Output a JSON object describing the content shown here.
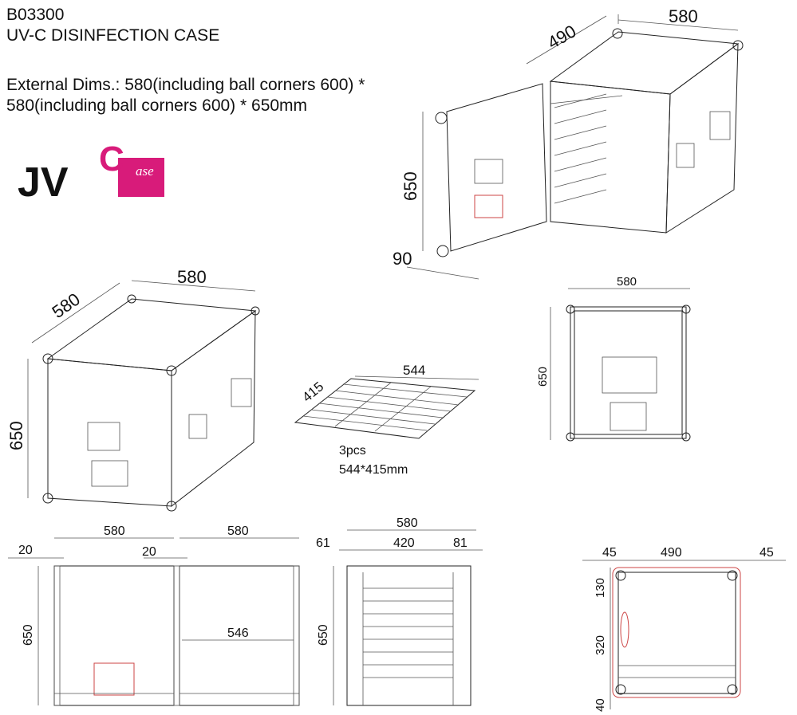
{
  "header": {
    "model": "B03300",
    "title": "UV-C DISINFECTION CASE",
    "dims_line1": "External Dims.: 580(including ball corners 600) *",
    "dims_line2": "580(including ball corners 600) * 650mm"
  },
  "logo": {
    "text_main": "JV",
    "text_c": "C",
    "text_case": "ase",
    "color_brand": "#d81b7a"
  },
  "open_iso_view": {
    "width": "580",
    "depth": "490",
    "height": "650",
    "door": "90"
  },
  "closed_iso_view": {
    "width": "580",
    "depth": "580",
    "height": "650"
  },
  "grid_shelf": {
    "width": "544",
    "depth": "415",
    "qty": "3pcs",
    "size": "544*415mm"
  },
  "back_view": {
    "width": "580",
    "height": "650"
  },
  "section_view": {
    "width_left": "580",
    "width_right": "580",
    "wall_left": "20",
    "wall_mid": "20",
    "inner": "546",
    "height": "650"
  },
  "side_view": {
    "width": "580",
    "left": "61",
    "inner": "420",
    "right": "81",
    "height": "650"
  },
  "top_view": {
    "left": "45",
    "inner": "490",
    "right": "45",
    "d1": "130",
    "d2": "320",
    "d3": "40"
  }
}
